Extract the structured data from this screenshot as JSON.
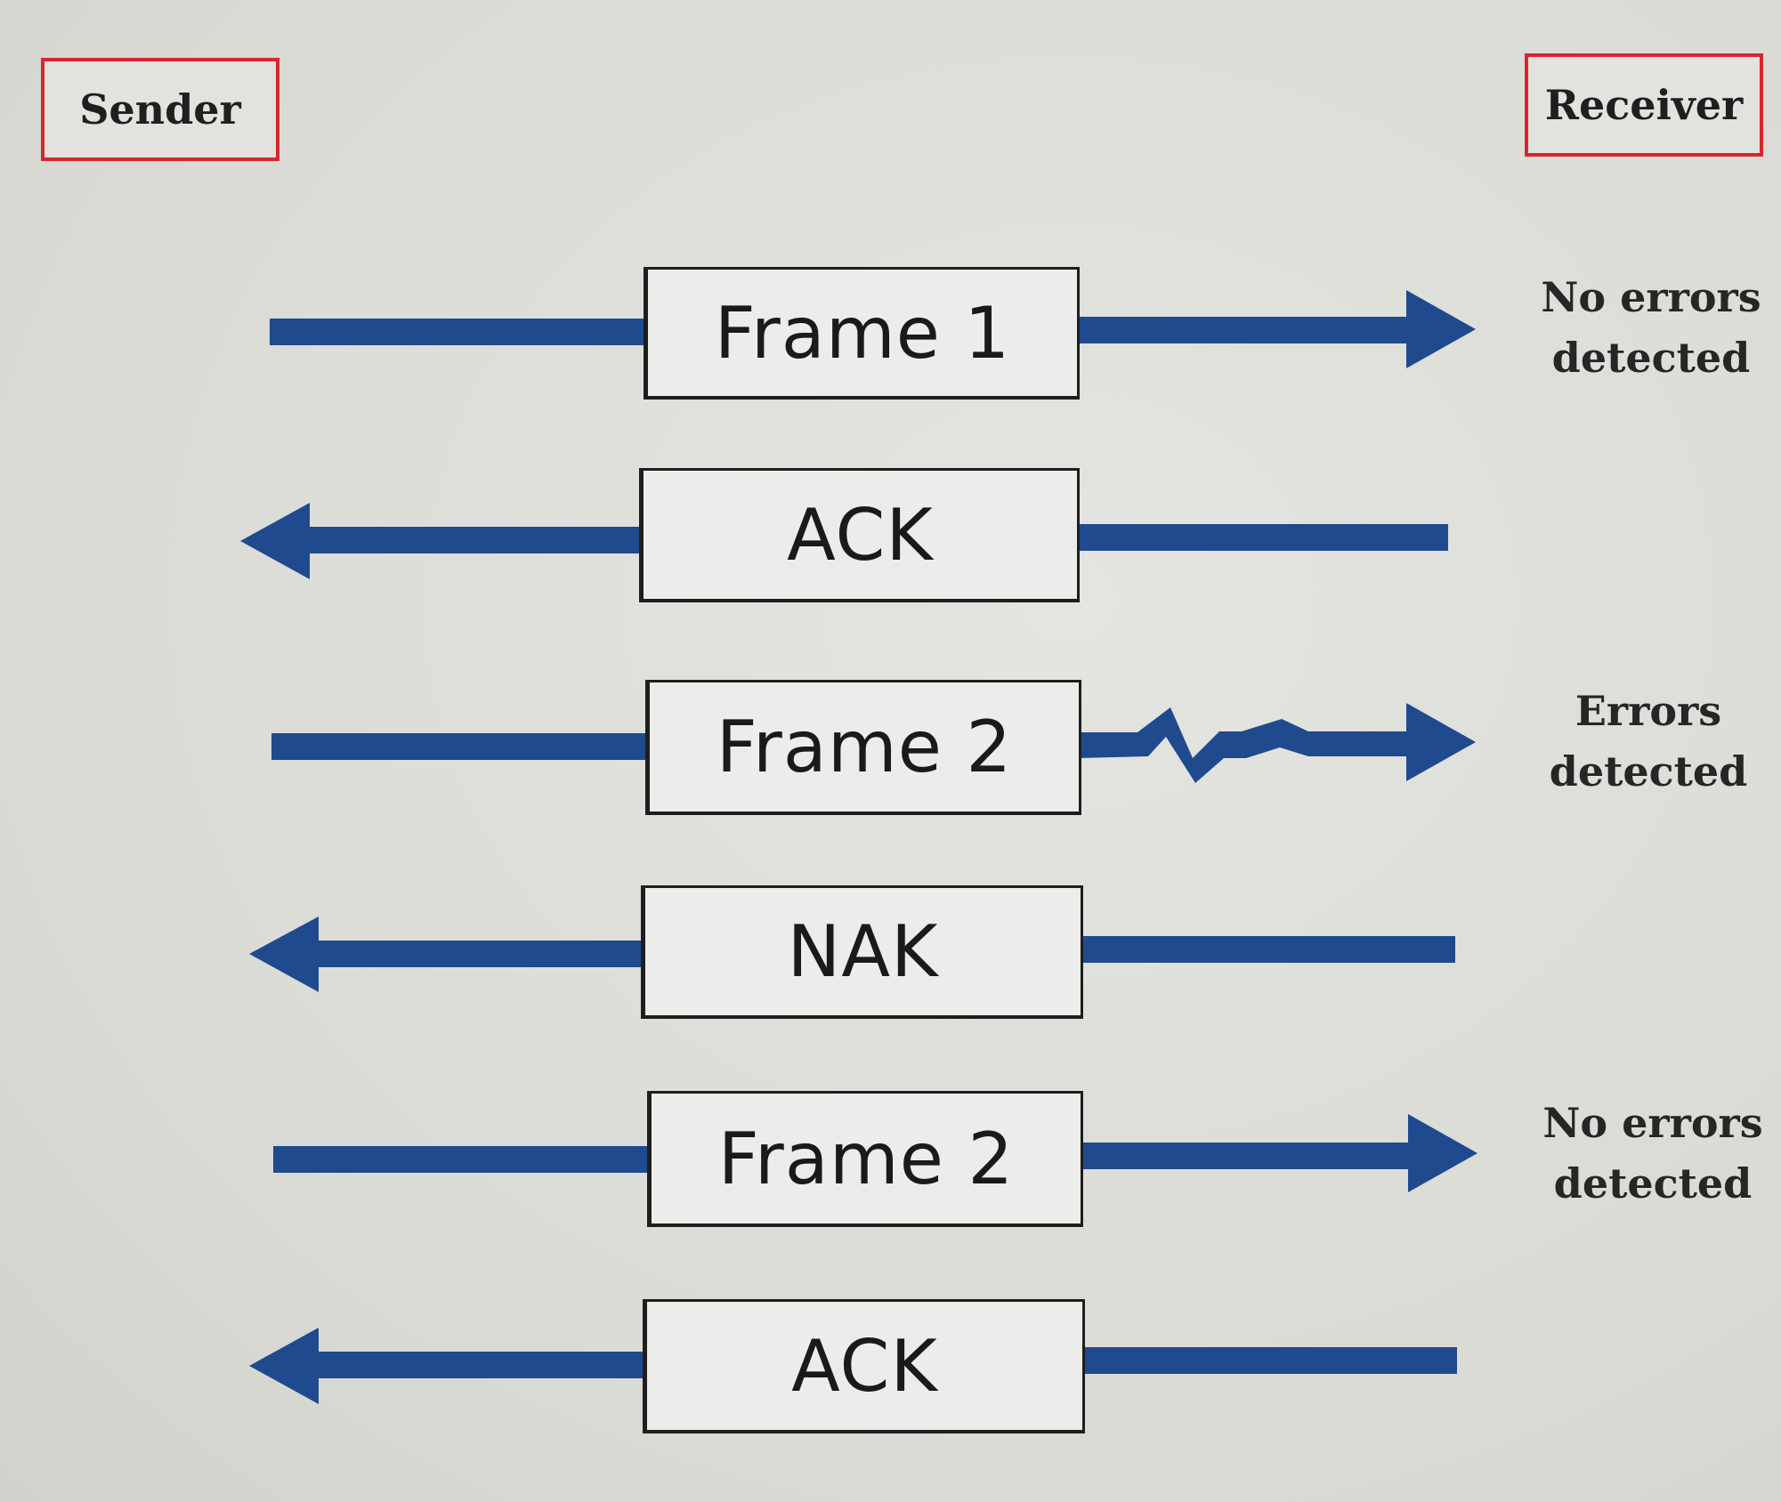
{
  "endpoints": {
    "sender": "Sender",
    "receiver": "Receiver"
  },
  "messages": [
    {
      "label": "Frame 1",
      "direction": "to-receiver",
      "corrupted": false
    },
    {
      "label": "ACK",
      "direction": "to-sender",
      "corrupted": false
    },
    {
      "label": "Frame 2",
      "direction": "to-receiver",
      "corrupted": true
    },
    {
      "label": "NAK",
      "direction": "to-sender",
      "corrupted": false
    },
    {
      "label": "Frame 2",
      "direction": "to-receiver",
      "corrupted": false
    },
    {
      "label": "ACK",
      "direction": "to-sender",
      "corrupted": false
    }
  ],
  "notes": [
    {
      "line1": "No errors",
      "line2": "detected"
    },
    {
      "line1": "Errors",
      "line2": "detected"
    },
    {
      "line1": "No errors",
      "line2": "detected"
    }
  ],
  "colors": {
    "arrow": "#1f4a8e",
    "endpoint_border": "#d8262e",
    "box_border": "#1e1e1e"
  }
}
